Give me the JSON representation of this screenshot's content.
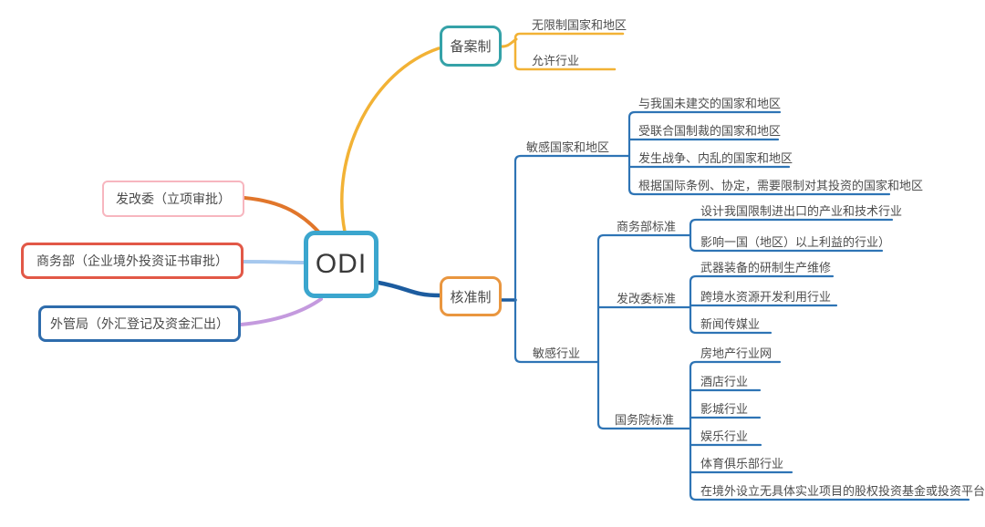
{
  "root": {
    "label": "ODI",
    "border_color": "#3ba6ce"
  },
  "left_branches": [
    {
      "label": "发改委（立项审批）",
      "border_color": "#f7b6bf",
      "connector_color": "#e1762b"
    },
    {
      "label": "商务部（企业境外投资证书审批）",
      "border_color": "#e25847",
      "connector_color": "#a6c8ee"
    },
    {
      "label": "外管局（外汇登记及资金汇出）",
      "border_color": "#2e6cac",
      "connector_color": "#c49ade"
    }
  ],
  "filing_branch": {
    "label": "备案制",
    "border_color": "#35a2a8",
    "connector_color": "#f2b235",
    "children": [
      {
        "label": "无限制国家和地区"
      },
      {
        "label": "允许行业"
      }
    ]
  },
  "approval_branch": {
    "label": "核准制",
    "border_color": "#e9963f",
    "connector_color": "#1c5c9f",
    "line_color": "#2e74b5",
    "children": [
      {
        "label": "敏感国家和地区",
        "children": [
          "与我国未建交的国家和地区",
          "受联合国制裁的国家和地区",
          "发生战争、内乱的国家和地区",
          "根据国际条例、协定，需要限制对其投资的国家和地区"
        ]
      },
      {
        "label": "敏感行业",
        "children": [
          {
            "label": "商务部标准",
            "children": [
              "设计我国限制进出口的产业和技术行业",
              "影响一国（地区）以上利益的行业）"
            ]
          },
          {
            "label": "发改委标准",
            "children": [
              "武器装备的研制生产维修",
              "跨境水资源开发利用行业",
              "新闻传媒业"
            ]
          },
          {
            "label": "国务院标准",
            "children": [
              "房地产行业网",
              "酒店行业",
              "影城行业",
              "娱乐行业",
              "体育俱乐部行业",
              "在境外设立无具体实业项目的股权投资基金或投资平台"
            ]
          }
        ]
      }
    ]
  }
}
